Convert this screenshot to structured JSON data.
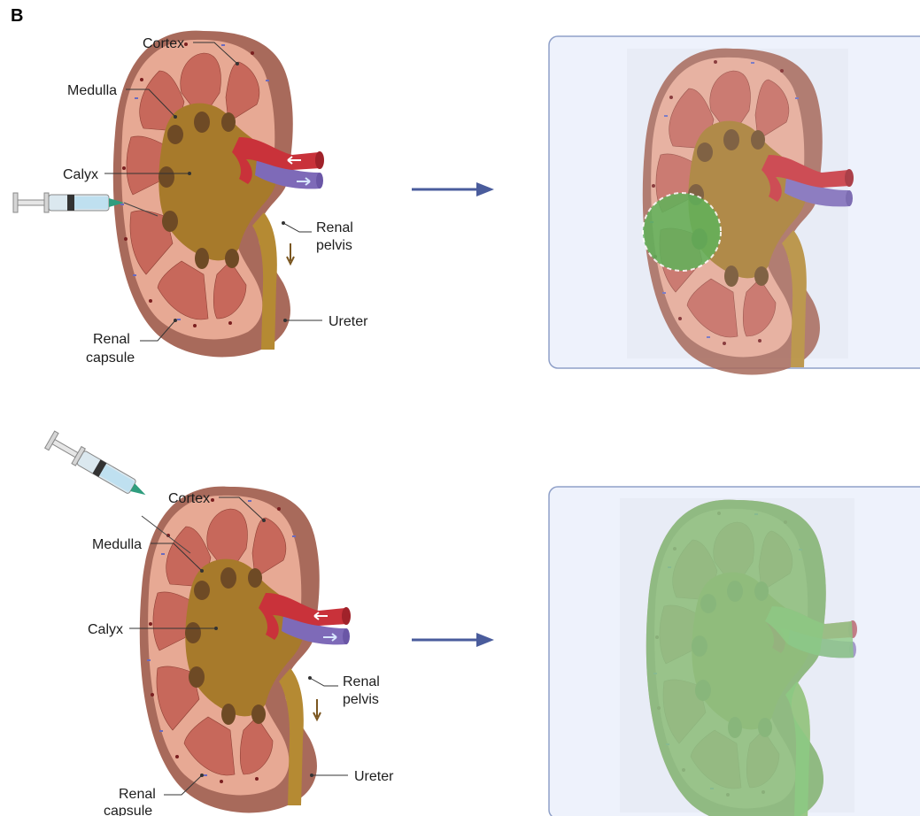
{
  "panel_letter": "B",
  "labels": {
    "cortex": "Cortex",
    "medulla": "Medulla",
    "calyx": "Calyx",
    "renal_pelvis_1": "Renal",
    "renal_pelvis_2": "pelvis",
    "ureter": "Ureter",
    "renal_capsule_1": "Renal",
    "renal_capsule_2": "capsule"
  },
  "colors": {
    "cortex": "#e7a994",
    "capsule": "#a86a5b",
    "pyramid": "#c7685b",
    "sinus": "#a77a2b",
    "artery": "#c9323a",
    "vein": "#7e6ab8",
    "ureter": "#b58a33",
    "arrow": "#4a5c9c",
    "panel_bg": "#eef2fc",
    "panel_border": "#8fa0c8",
    "green_tint": "#5fb35a",
    "syringe_tip": "#2f9d7e"
  },
  "rows": [
    {
      "id": "top-row",
      "injection": "cortical",
      "result": "focal-green-region"
    },
    {
      "id": "bottom-row",
      "injection": "capsular",
      "result": "whole-kidney-green"
    }
  ]
}
